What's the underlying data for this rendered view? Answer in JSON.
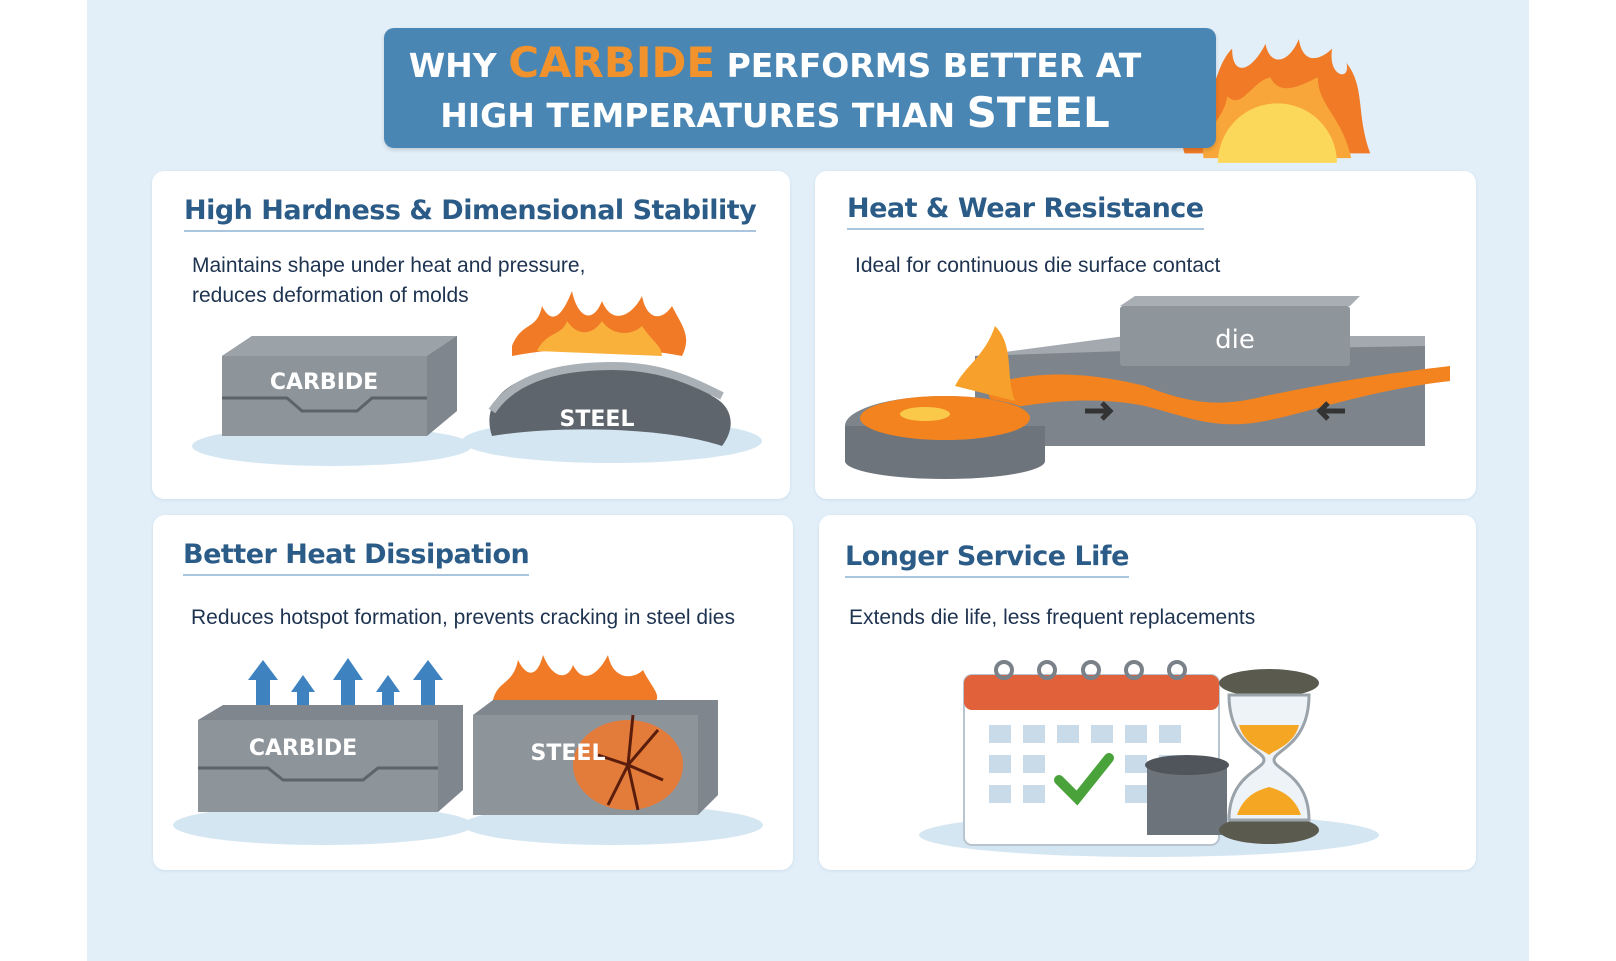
{
  "title": {
    "prefix": "WHY",
    "highlight": "CARBIDE",
    "rest_line1": "PERFORMS BETTER AT",
    "line2": "HIGH TEMPERATURES THAN",
    "emphasis": "STEEL"
  },
  "cards": [
    {
      "heading": "High Hardness & Dimensional Stability",
      "text_line1": "Maintains shape under heat and pressure,",
      "text_line2": "reduces deformation of molds",
      "labels": [
        "CARBIDE",
        "STEEL"
      ]
    },
    {
      "heading": "Heat & Wear Resistance",
      "text_line1": "Ideal for continuous die surface contact",
      "labels": [
        "die"
      ]
    },
    {
      "heading": "Better Heat Dissipation",
      "text_line1": "Reduces hotspot formation, prevents cracking in steel dies",
      "labels": [
        "CARBIDE",
        "STEEL"
      ]
    },
    {
      "heading": "Longer Service Life",
      "text_line1": "Extends die life, less frequent replacements"
    }
  ],
  "colors": {
    "accent": "#f1922c",
    "banner": "#4a86b4",
    "heading": "#2b5b87",
    "background": "#e2eff9"
  }
}
